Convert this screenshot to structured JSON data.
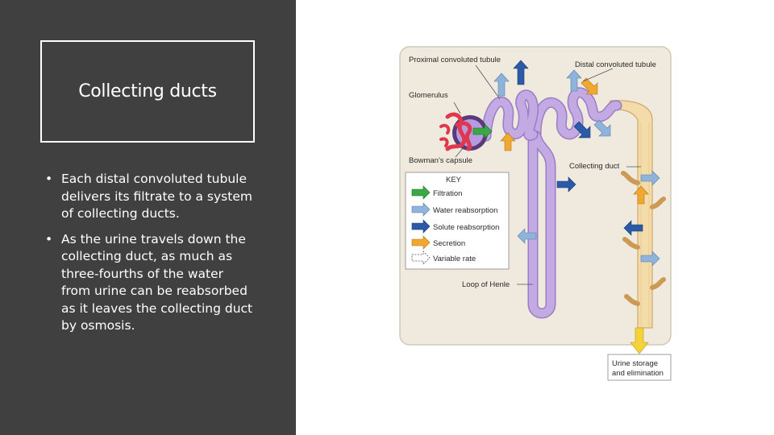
{
  "slide": {
    "title": "Collecting ducts",
    "bullet_marker": "•",
    "bullets": [
      "Each distal convoluted tubule delivers its filtrate to a system of collecting ducts.",
      "As the urine travels down the collecting duct, as much as three-fourths of the water from urine can be reabsorbed as it leaves the collecting duct by osmosis."
    ]
  },
  "figure": {
    "labels": {
      "proximal": "Proximal convoluted tubule",
      "distal": "Distal convoluted tubule",
      "glomerulus": "Glomerulus",
      "bowman": "Bowman's capsule",
      "collecting": "Collecting duct",
      "loop": "Loop of Henle",
      "urine_line1": "Urine storage",
      "urine_line2": "and elimination"
    },
    "key": {
      "title": "KEY",
      "items": [
        "Filtration",
        "Water reabsorption",
        "Solute reabsorption",
        "Secretion",
        "Variable rate"
      ]
    },
    "colors": {
      "filtration": "#3aa845",
      "water": "#8fb4dc",
      "solute": "#2a5aa8",
      "secretion": "#f0a830",
      "tubule": "#b59ad8",
      "duct": "#f3dcaa",
      "panel": "#efeadd"
    }
  }
}
